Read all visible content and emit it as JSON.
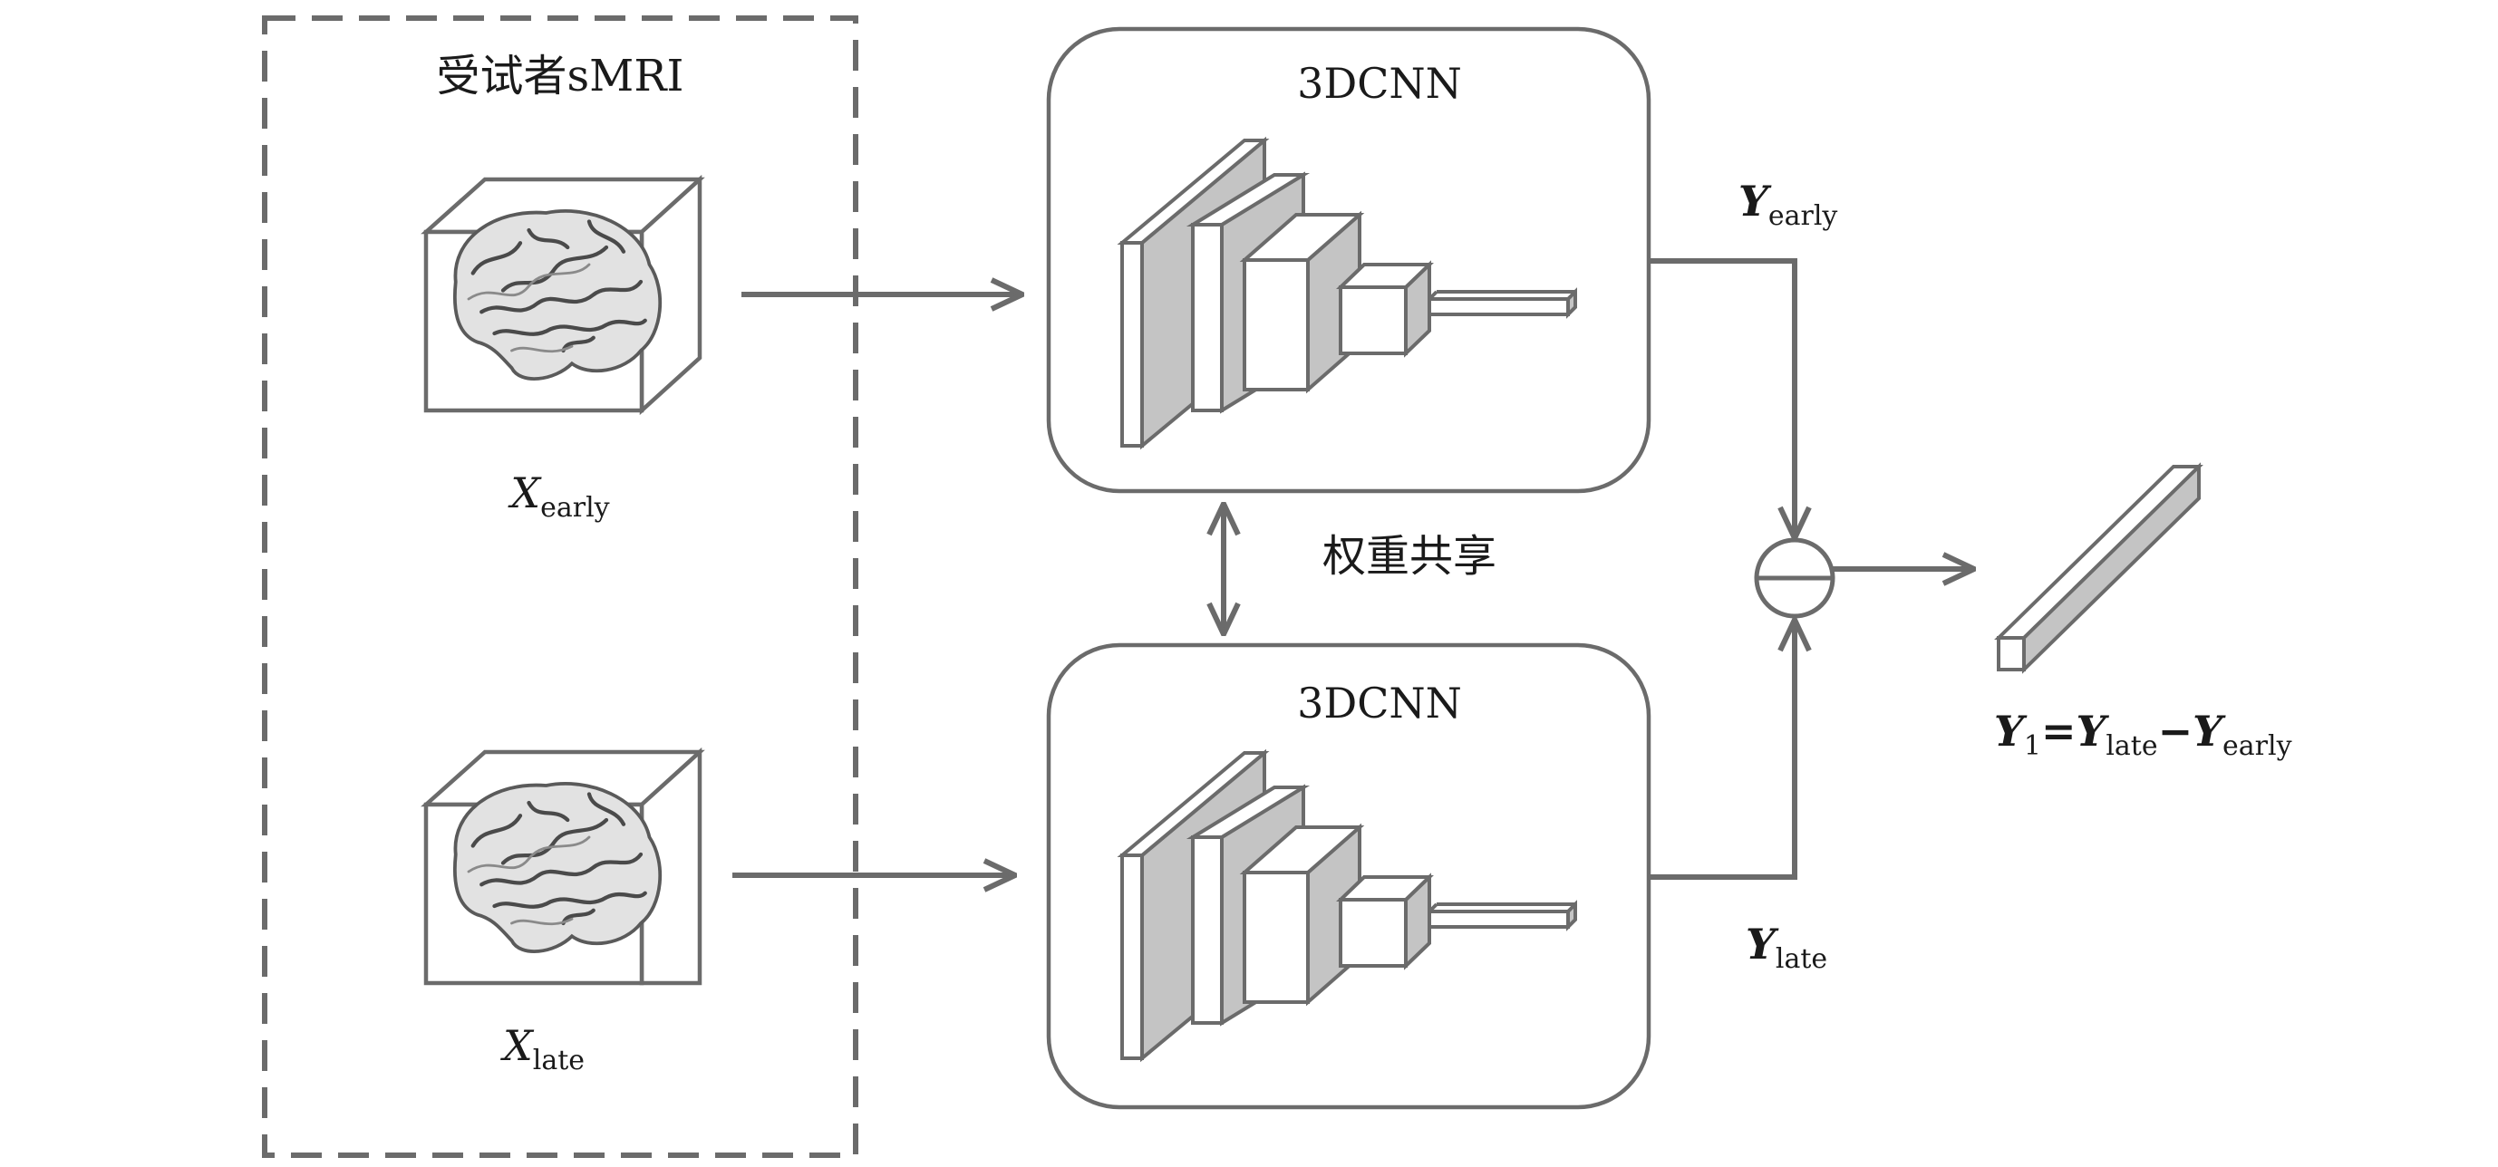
{
  "subject_group": {
    "title": "受试者sMRI"
  },
  "inputs": [
    {
      "var": "X",
      "sub": "early"
    },
    {
      "var": "X",
      "sub": "late"
    }
  ],
  "networks": [
    {
      "label": "3DCNN"
    },
    {
      "label": "3DCNN"
    }
  ],
  "weight_sharing": {
    "label": "权重共享"
  },
  "outputs": {
    "early": {
      "var": "Y",
      "sub": "early"
    },
    "late": {
      "var": "Y",
      "sub": "late"
    }
  },
  "result": {
    "lhs_var": "Y",
    "lhs_sub": "1",
    "eq": "=",
    "a_var": "Y",
    "a_sub": "late",
    "minus": "−",
    "b_var": "Y",
    "b_sub": "early"
  },
  "colors": {
    "stroke": "#6b6b6b",
    "layer_fill": "#c4c4c4",
    "text": "#1a1a1a"
  }
}
